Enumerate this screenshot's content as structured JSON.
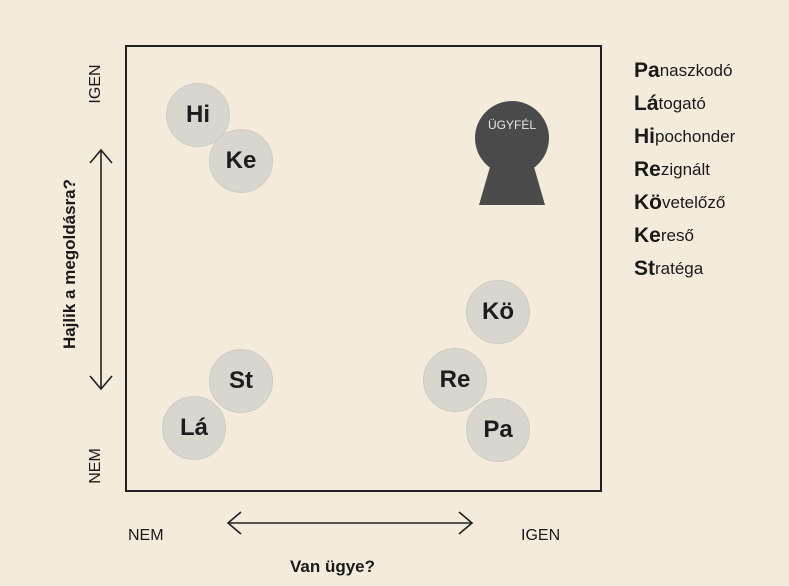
{
  "quadrant": {
    "x_axis": {
      "title": "Van ügye?",
      "low": "NEM",
      "high": "IGEN"
    },
    "y_axis": {
      "title": "Hajlik a megoldásra?",
      "low": "NEM",
      "high": "IGEN"
    },
    "client_label": "ÜGYFÉL",
    "types": [
      {
        "code": "Hi",
        "x_level": "NEM",
        "y_level": "IGEN"
      },
      {
        "code": "Ke",
        "x_level": "NEM",
        "y_level": "IGEN"
      },
      {
        "code": "Kö",
        "x_level": "IGEN",
        "y_level": "NEM"
      },
      {
        "code": "Re",
        "x_level": "IGEN",
        "y_level": "NEM"
      },
      {
        "code": "Pa",
        "x_level": "IGEN",
        "y_level": "NEM"
      },
      {
        "code": "St",
        "x_level": "NEM",
        "y_level": "NEM"
      },
      {
        "code": "Lá",
        "x_level": "NEM",
        "y_level": "NEM"
      }
    ]
  },
  "legend": [
    {
      "abbr": "Pa",
      "rest": "naszkodó"
    },
    {
      "abbr": "Lá",
      "rest": "togató"
    },
    {
      "abbr": "Hi",
      "rest": "pochonder"
    },
    {
      "abbr": "Re",
      "rest": "zignált"
    },
    {
      "abbr": "Kö",
      "rest": "vetelőző"
    },
    {
      "abbr": "Ke",
      "rest": "reső"
    },
    {
      "abbr": "St",
      "rest": "ratéga"
    }
  ],
  "colors": {
    "bubble": "#d9d6d0",
    "keyhole": "#4a4a4a",
    "background": "#f3ecdc"
  }
}
